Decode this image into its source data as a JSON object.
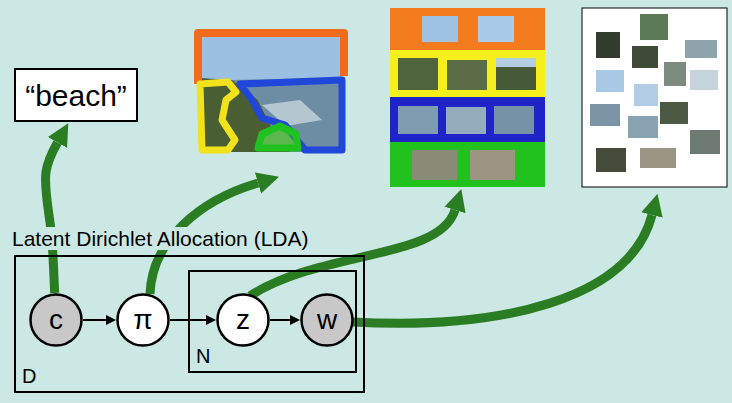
{
  "diagram": {
    "nodes": [
      {
        "text": [
          "“beach”"
        ]
      },
      {
        "text": [
          "Latent Dirichlet Allocation (LDA)",
          "D"
        ]
      },
      {
        "text": [
          "c"
        ],
        "in": 1
      },
      {
        "text": [
          "π"
        ],
        "in": 1
      },
      {
        "text": [
          "N"
        ],
        "in": 1
      },
      {
        "text": [
          "z"
        ],
        "in": 4
      },
      {
        "text": [
          "w"
        ],
        "in": 4
      }
    ],
    "edges": [
      {
        "from": 2,
        "to": 0,
        "arrow": "to"
      },
      {
        "from": 2,
        "to": 3,
        "arrow": "to"
      },
      {
        "from": 3,
        "to": 5,
        "arrow": "to"
      },
      {
        "from": 5,
        "to": 6,
        "arrow": "to"
      }
    ]
  }
}
